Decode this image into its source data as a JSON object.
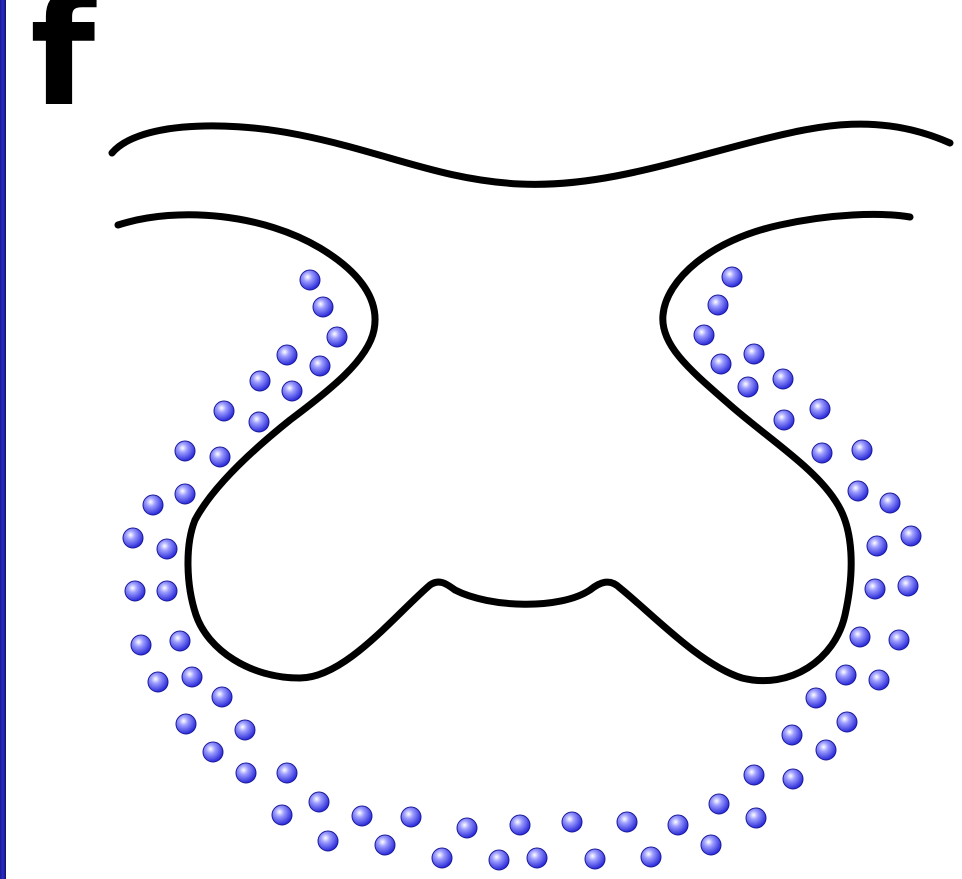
{
  "figure": {
    "panel_label": "f",
    "colors": {
      "outline": "#000000",
      "bead_fill": "#4f4fe6",
      "bead_highlight": "#ffffff",
      "bead_edge": "#1a1a99",
      "left_border": "#2a2ad0"
    },
    "elements": {
      "upper_curve": "upper-membrane-curve",
      "lower_outline": "cell-outline",
      "beads": "blue-spheres"
    }
  }
}
